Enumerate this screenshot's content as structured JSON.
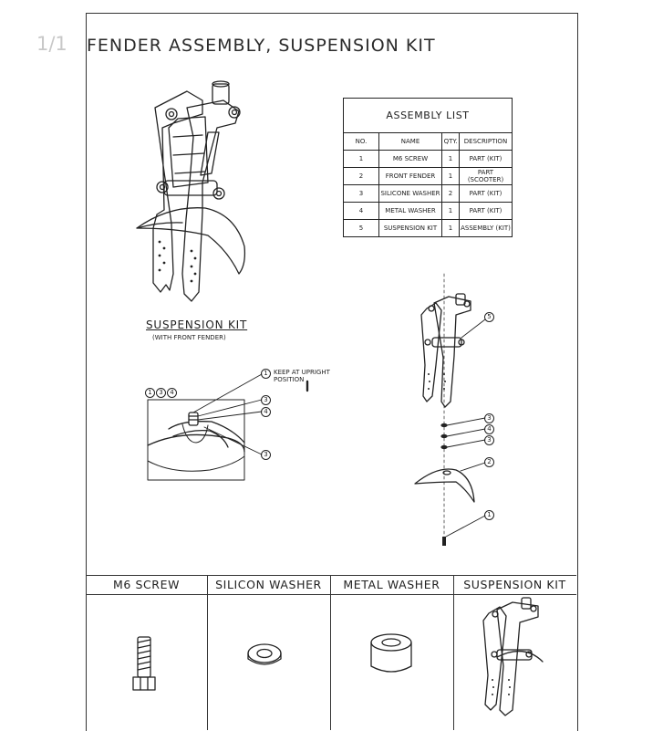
{
  "header": {
    "sheet_number": "1/1",
    "title": "FENDER ASSEMBLY, SUSPENSION KIT"
  },
  "assembly_list": {
    "title": "ASSEMBLY LIST",
    "columns": [
      "NO.",
      "NAME",
      "QTY.",
      "DESCRIPTION"
    ],
    "rows": [
      {
        "no": "1",
        "name": "M6 SCREW",
        "qty": "1",
        "description": "PART (KIT)"
      },
      {
        "no": "2",
        "name": "FRONT FENDER",
        "qty": "1",
        "description": "PART (SCOOTER)"
      },
      {
        "no": "3",
        "name": "SILICONE WASHER",
        "qty": "2",
        "description": "PART (KIT)"
      },
      {
        "no": "4",
        "name": "METAL WASHER",
        "qty": "1",
        "description": "PART (KIT)"
      },
      {
        "no": "5",
        "name": "SUSPENSION KIT",
        "qty": "1",
        "description": "ASSEMBLY (KIT)"
      }
    ]
  },
  "suspension_view": {
    "title": "SUSPENSION KIT",
    "subtitle": "(WITH FRONT FENDER)"
  },
  "detail_view": {
    "ref_markers": [
      "1",
      "3",
      "4"
    ],
    "note_line1": "KEEP AT UPRIGHT",
    "note_line2": "POSITION",
    "callouts": [
      "1",
      "3",
      "4",
      "3"
    ]
  },
  "exploded_view": {
    "callouts": [
      "5",
      "3",
      "4",
      "3",
      "2",
      "1"
    ]
  },
  "parts_strip": [
    {
      "label": "M6 SCREW"
    },
    {
      "label": "SILICON WASHER"
    },
    {
      "label": "METAL WASHER"
    },
    {
      "label": "SUSPENSION KIT"
    }
  ]
}
